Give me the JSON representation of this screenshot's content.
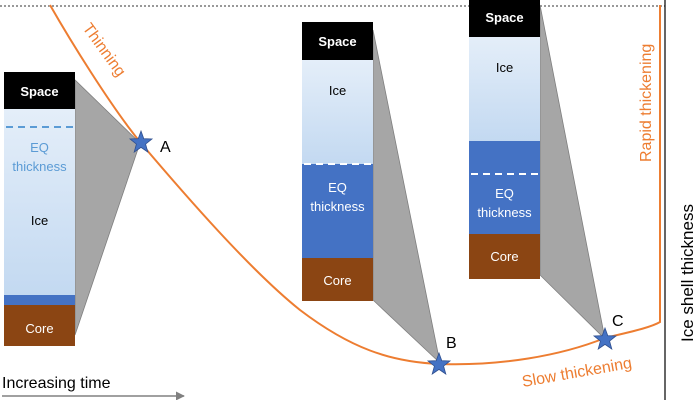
{
  "colors": {
    "curve": "#ed7d31",
    "space": "#000000",
    "ice_top": "#d9e8f7",
    "ice_bottom": "#c5dbf2",
    "ocean": "#4472c4",
    "core": "#8b4513",
    "projection": "#a6a6a6",
    "star": "#4472c4",
    "eq_line_panel_a": "#5b9bd5",
    "eq_line_panel_bc": "#ffffff",
    "time_arrow": "#808080"
  },
  "curve_labels": {
    "thinning": "Thinning",
    "rapid_thickening": "Rapid thickening",
    "slow_thickening": "Slow thickening"
  },
  "axis": {
    "x_label": "Increasing time",
    "y_label": "Ice shell thickness"
  },
  "points": [
    {
      "id": "A",
      "label": "A"
    },
    {
      "id": "B",
      "label": "B"
    },
    {
      "id": "C",
      "label": "C"
    }
  ],
  "panels": [
    {
      "id": "A",
      "space": "Space",
      "ice": "Ice",
      "eq": "EQ thickness",
      "core": "Core"
    },
    {
      "id": "B",
      "space": "Space",
      "ice": "Ice",
      "eq": "EQ thickness",
      "core": "Core"
    },
    {
      "id": "C",
      "space": "Space",
      "ice": "Ice",
      "eq": "EQ thickness",
      "core": "Core"
    }
  ]
}
